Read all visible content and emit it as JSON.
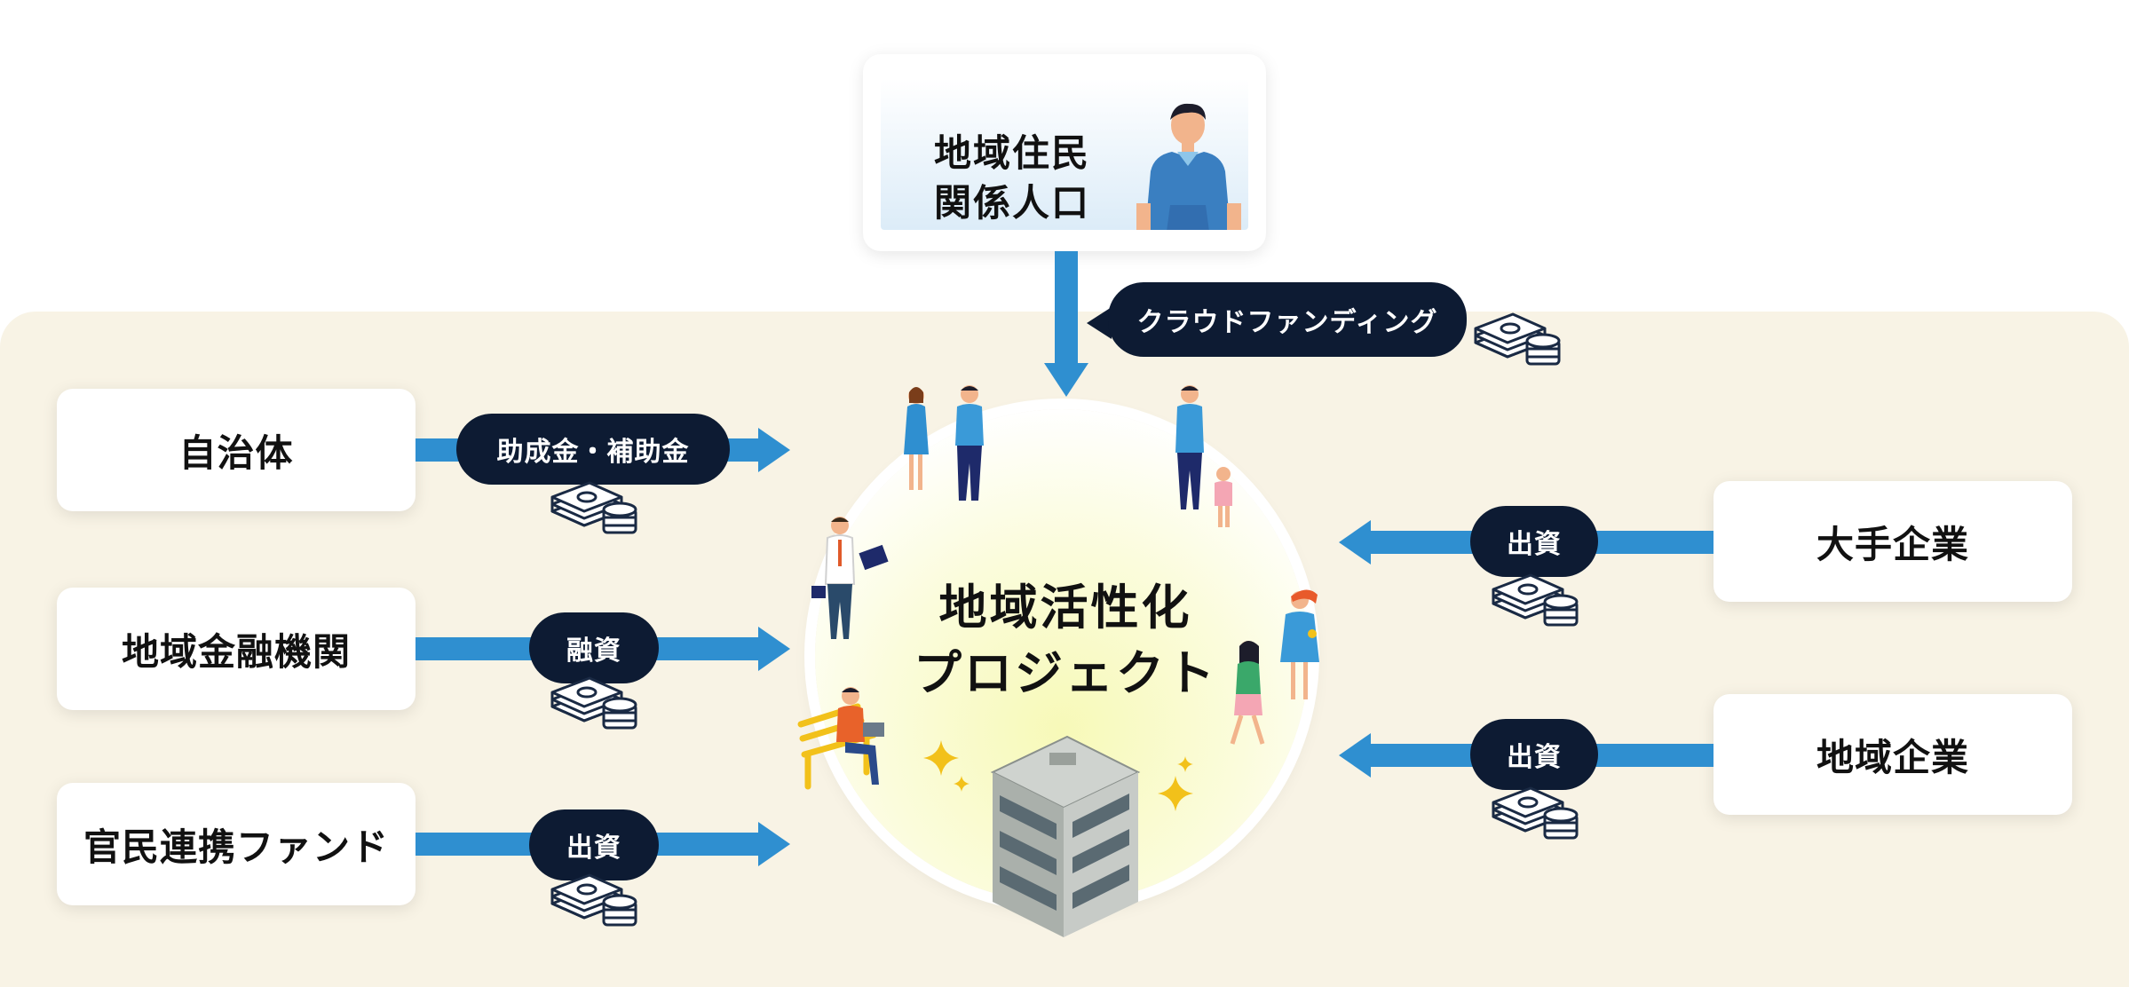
{
  "top": {
    "line1": "地域住民",
    "line2": "関係人口",
    "badge": "クラウドファンディング"
  },
  "center": {
    "line1": "地域活性化",
    "line2": "プロジェクト"
  },
  "left": [
    {
      "label": "自治体",
      "badge": "助成金・補助金"
    },
    {
      "label": "地域金融機関",
      "badge": "融資"
    },
    {
      "label": "官民連携ファンド",
      "badge": "出資"
    }
  ],
  "right": [
    {
      "label": "大手企業",
      "badge": "出資"
    },
    {
      "label": "地域企業",
      "badge": "出資"
    }
  ],
  "icons": {
    "money": "money-stack-icon",
    "resident": "resident-person-icon",
    "building": "building-icon"
  },
  "colors": {
    "arrow": "#2f8fd0",
    "pill": "#0d1b33",
    "panel": "#f8f3e5"
  }
}
